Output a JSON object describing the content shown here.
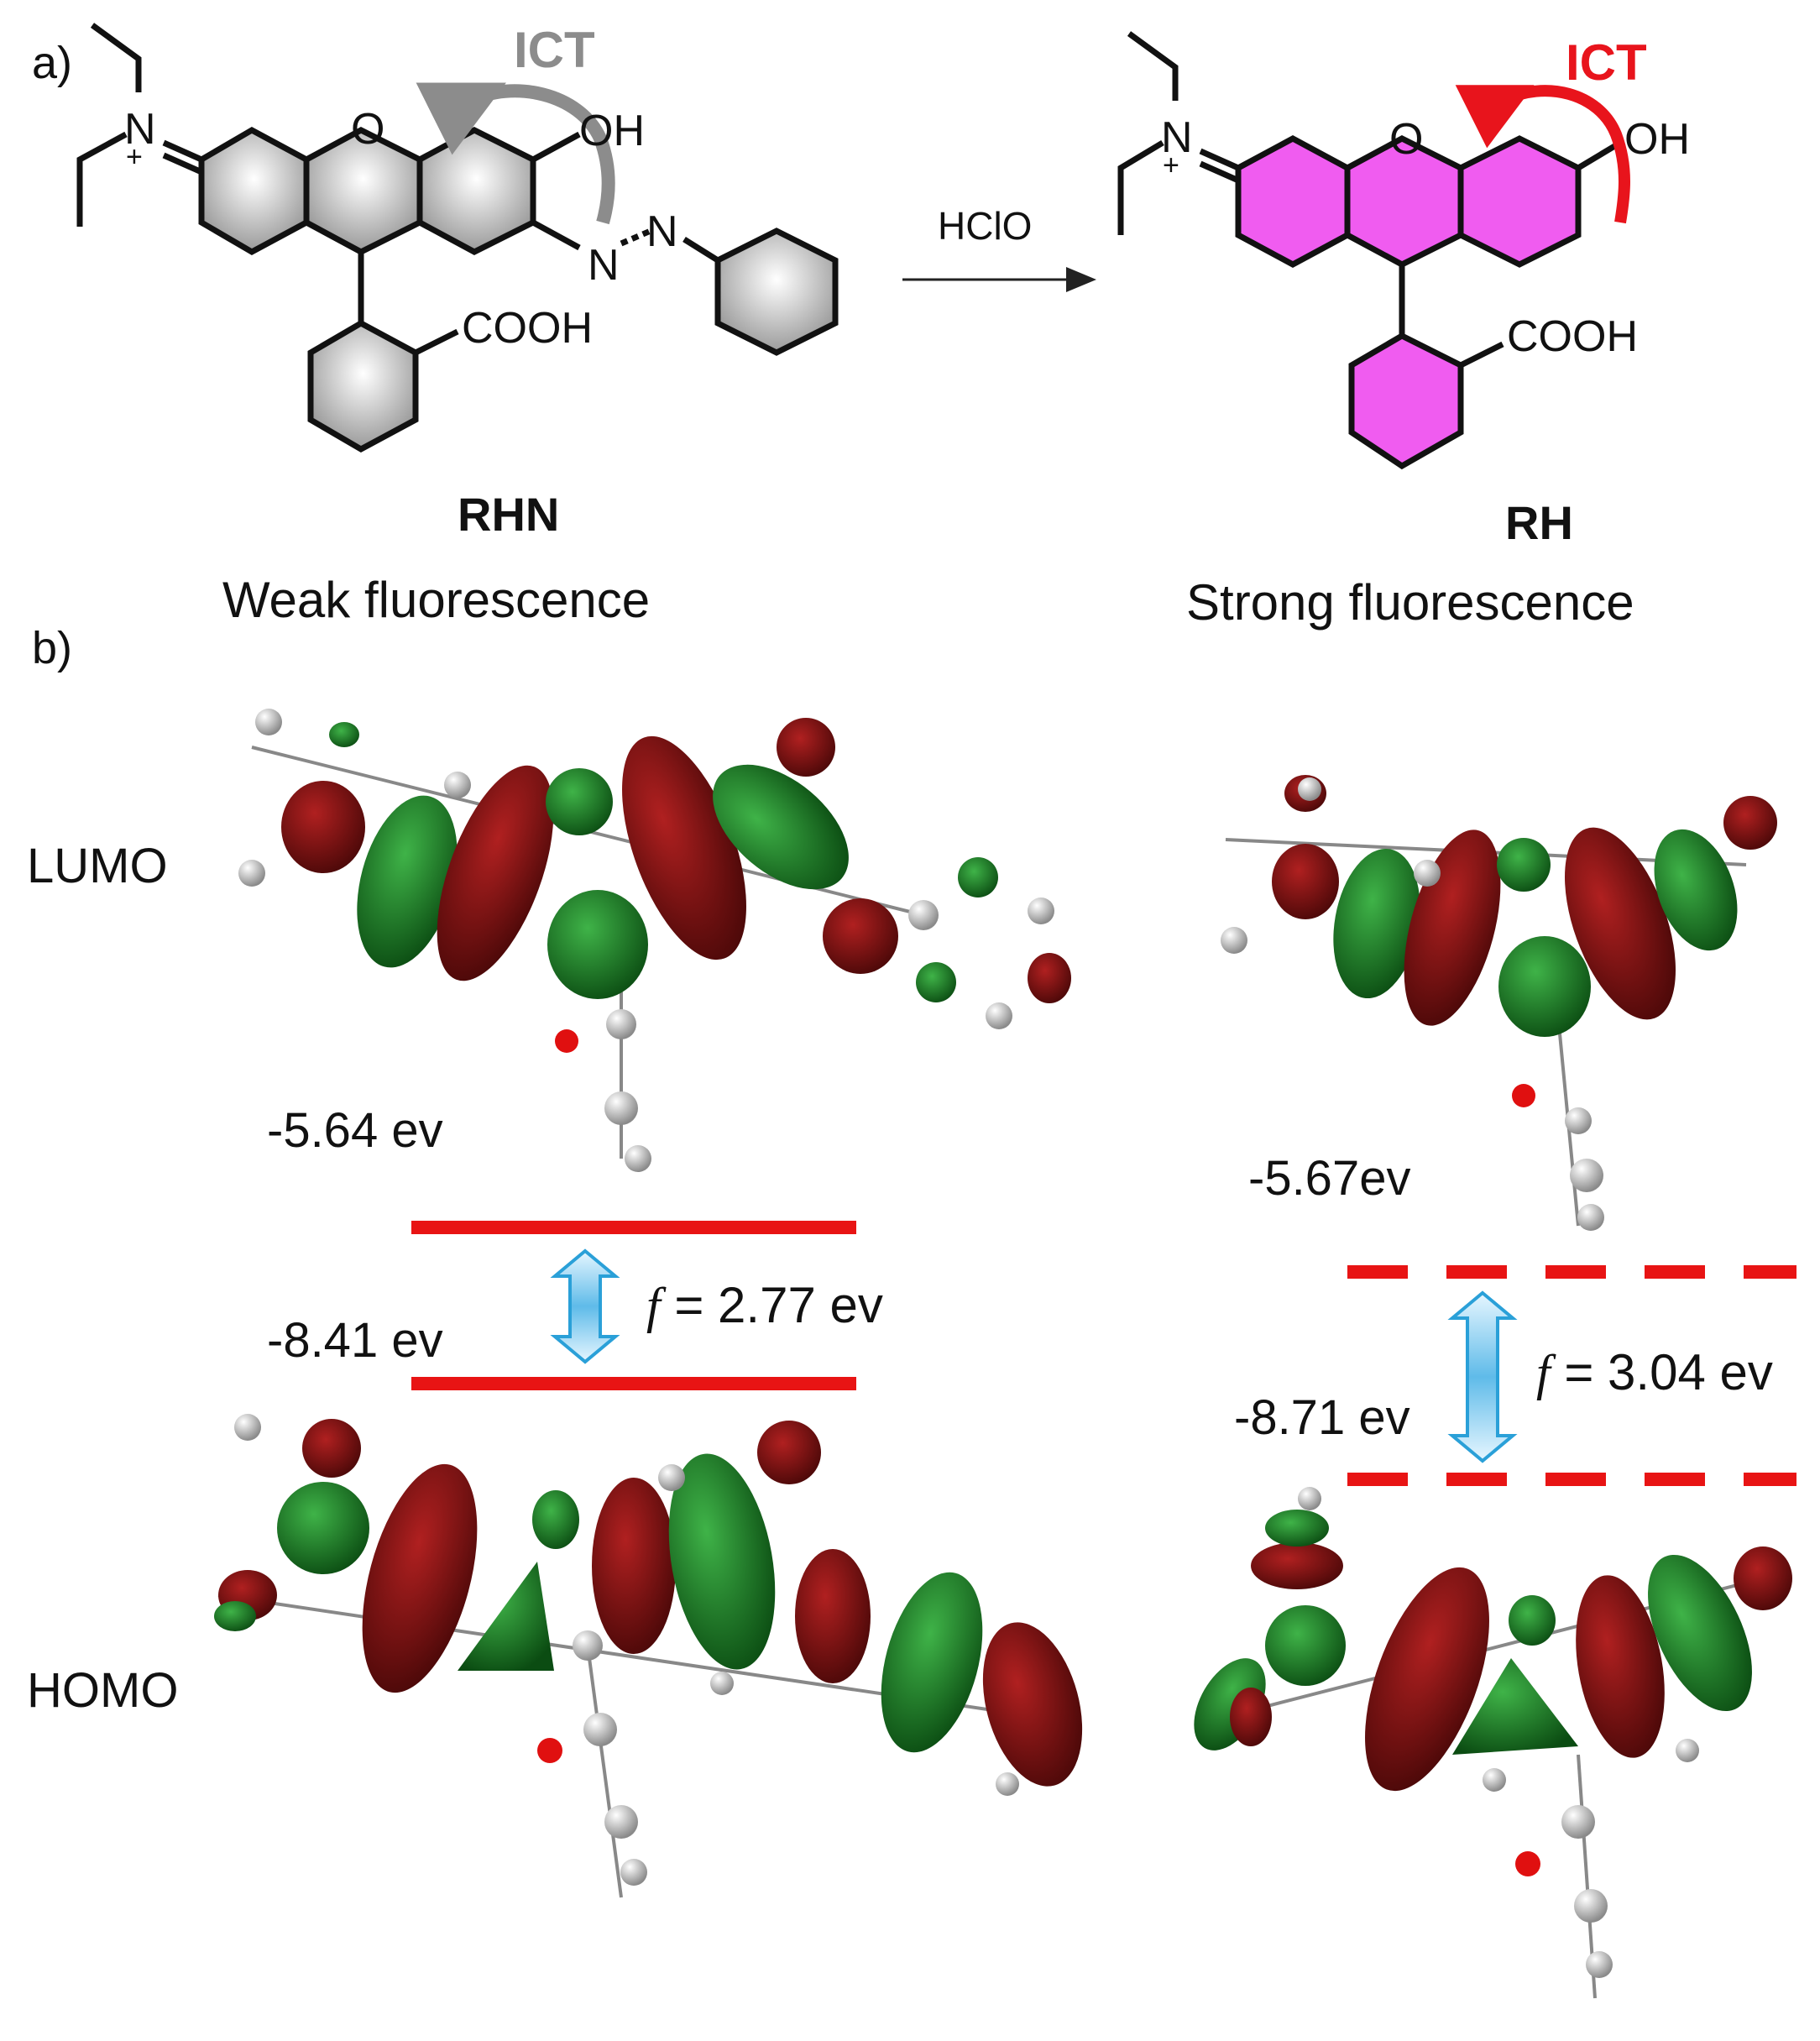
{
  "panels": {
    "a": "a)",
    "b": "b)"
  },
  "colors": {
    "ict_rhn": "#8c8c8c",
    "ict_rh": "#e8141c",
    "rh_ring": "#f05cf0",
    "orbital_red": "#6e0f0f",
    "orbital_green": "#157a1e",
    "level_red": "#e81414",
    "arrow_blue": "#7cc8ee"
  },
  "reaction": {
    "reagent": "HClO"
  },
  "rhn": {
    "name": "RHN",
    "fluorescence": "Weak fluorescence",
    "ict": "ICT",
    "atoms": {
      "n_plus": "N",
      "plus": "+",
      "oxygen": "O",
      "hydroxyl": "OH",
      "acid": "COOH",
      "azo_n1": "N",
      "azo_n2": "N"
    }
  },
  "rh": {
    "name": "RH",
    "fluorescence": "Strong fluorescence",
    "ict": "ICT",
    "atoms": {
      "n_plus": "N",
      "plus": "+",
      "oxygen": "O",
      "hydroxyl": "OH",
      "acid": "COOH"
    }
  },
  "orbitals": {
    "lumo_label": "LUMO",
    "homo_label": "HOMO",
    "rhn": {
      "lumo_energy": "-5.64 ev",
      "homo_energy": "-8.41 ev",
      "f_symbol": "f",
      "gap": " = 2.77 ev"
    },
    "rh": {
      "lumo_energy": "-5.67ev",
      "homo_energy": "-8.71 ev",
      "f_symbol": "f",
      "gap": " = 3.04 ev"
    }
  }
}
